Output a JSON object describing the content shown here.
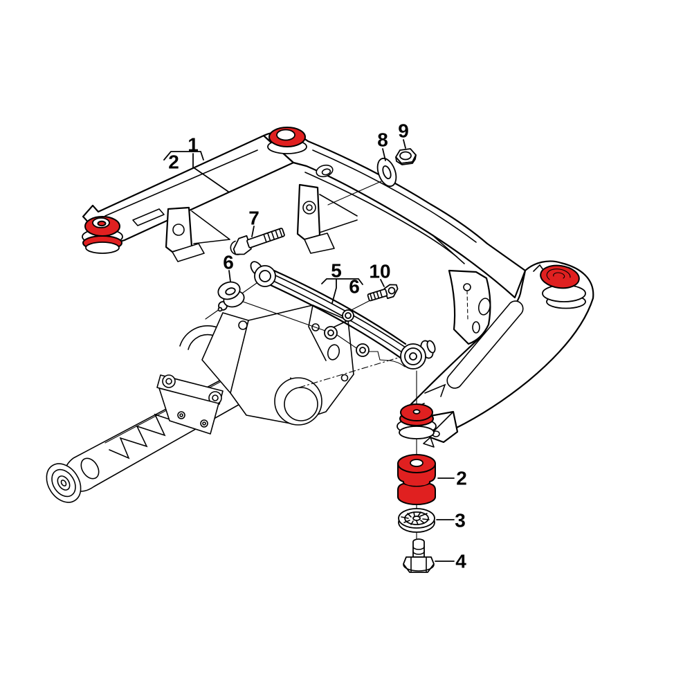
{
  "diagram": {
    "type": "exploded-parts-diagram",
    "subject": "rear-subframe-with-differential-and-bushings",
    "background_color": "#ffffff",
    "line_color": "#000000",
    "highlight_color": "#e02020",
    "highlighted_parts": [
      "subframe-bushing-front-left",
      "subframe-bushing-top",
      "subframe-bushing-right",
      "subframe-bushing-lower",
      "bonded-rubber-bushing-part-2"
    ],
    "callouts": [
      {
        "id": "callout-1",
        "text": "1"
      },
      {
        "id": "callout-2-left",
        "text": "2"
      },
      {
        "id": "callout-7",
        "text": "7"
      },
      {
        "id": "callout-6-left",
        "text": "6"
      },
      {
        "id": "callout-5",
        "text": "5"
      },
      {
        "id": "callout-6-mid",
        "text": "6"
      },
      {
        "id": "callout-10",
        "text": "10"
      },
      {
        "id": "callout-8",
        "text": "8"
      },
      {
        "id": "callout-9",
        "text": "9"
      },
      {
        "id": "callout-2-right",
        "text": "2"
      },
      {
        "id": "callout-3",
        "text": "3"
      },
      {
        "id": "callout-4",
        "text": "4"
      }
    ]
  }
}
